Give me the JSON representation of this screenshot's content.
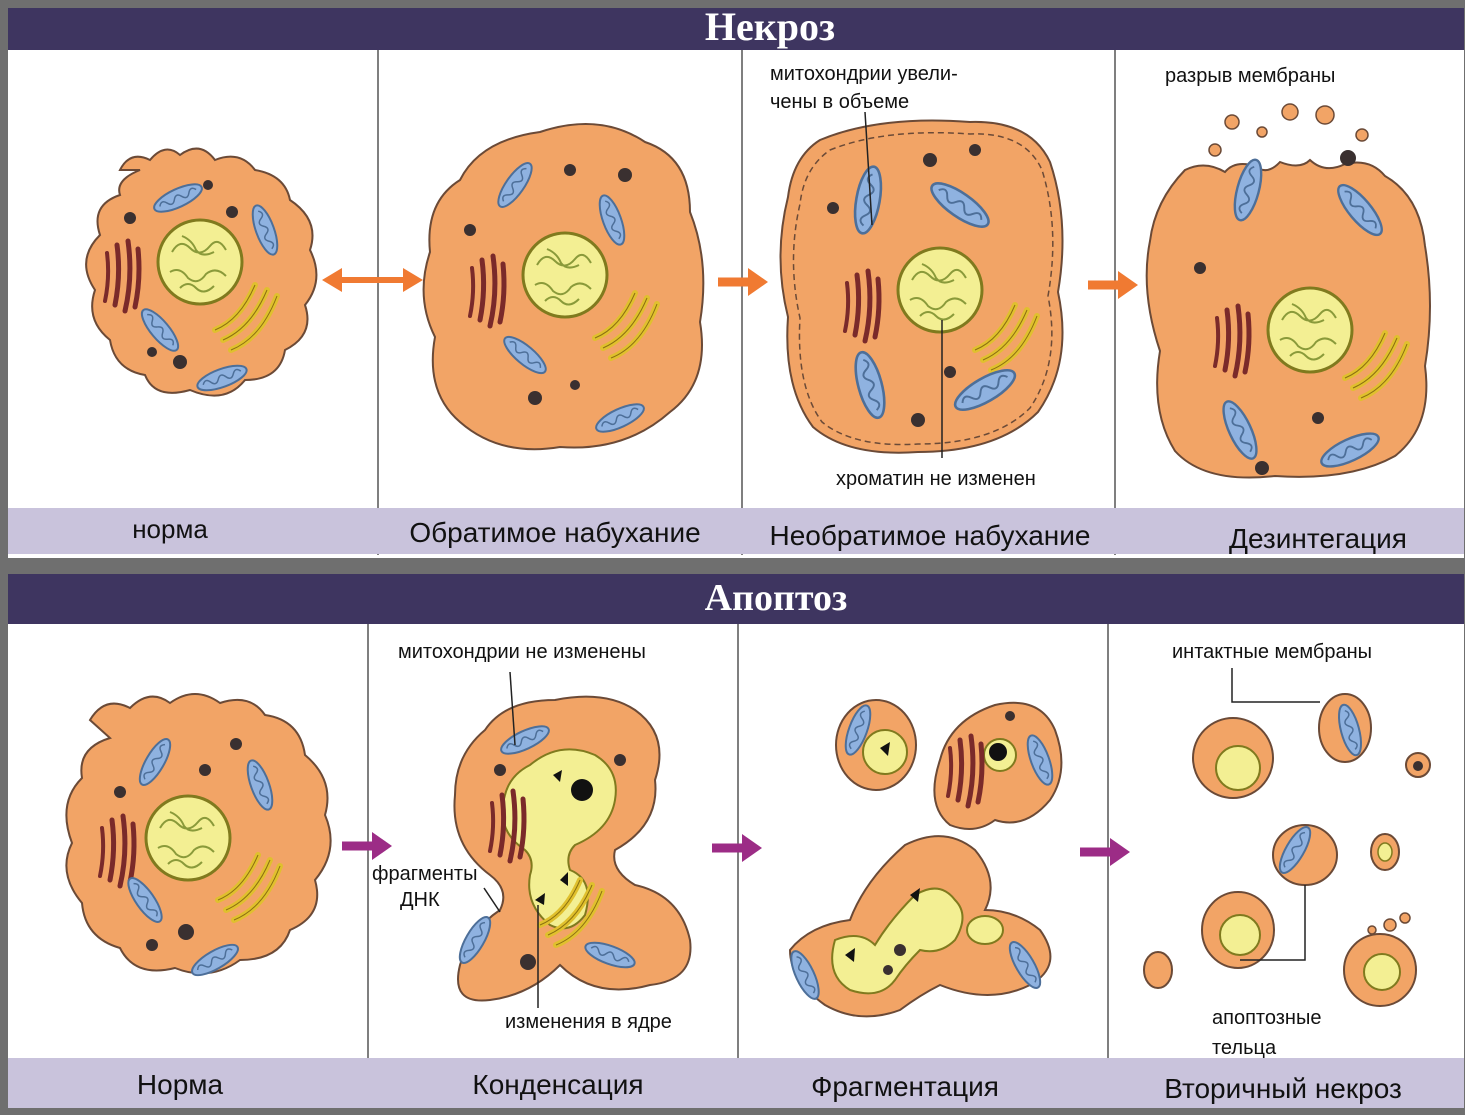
{
  "necrosis": {
    "title": "Некроз",
    "annotations": {
      "mito_enlarged_1": "митохондрии увели-",
      "mito_enlarged_2": "чены в объеме",
      "membrane_rupture": "разрыв мембраны",
      "chromatin_unchanged": "хроматин не изменен"
    },
    "stages": [
      "норма",
      "Обратимое набухание",
      "Необратимое набухание",
      "Дезинтегация"
    ]
  },
  "apoptosis": {
    "title": "Апоптоз",
    "annotations": {
      "mito_unchanged": "митохондрии не изменены",
      "intact_membranes": "интактные мембраны",
      "dna_fragments_1": "фрагменты",
      "dna_fragments_2": "ДНК",
      "nucleus_changes": "изменения в ядре",
      "apoptotic_bodies_1": "апоптозные",
      "apoptotic_bodies_2": "тельца"
    },
    "stages": [
      "Норма",
      "Конденсация",
      "Фрагментация",
      "Вторичный некроз"
    ]
  },
  "colors": {
    "frame": "#6f6f6f",
    "title_band": "#3e3560",
    "caption_band": "#c9c3dc",
    "cytoplasm": "#f2a466",
    "cell_outline": "#6b4a37",
    "nucleus": "#f3ef93",
    "nucleus_outline": "#807a1e",
    "mitochondria": "#8fb2e0",
    "er": "#7a2a2a",
    "golgi": "#e0c02e",
    "lysosome": "#3a3030",
    "necrosis_arrow": "#f07a32",
    "apoptosis_arrow": "#9c2c86"
  },
  "icons": [
    "double-arrow-icon",
    "right-arrow-icon"
  ]
}
